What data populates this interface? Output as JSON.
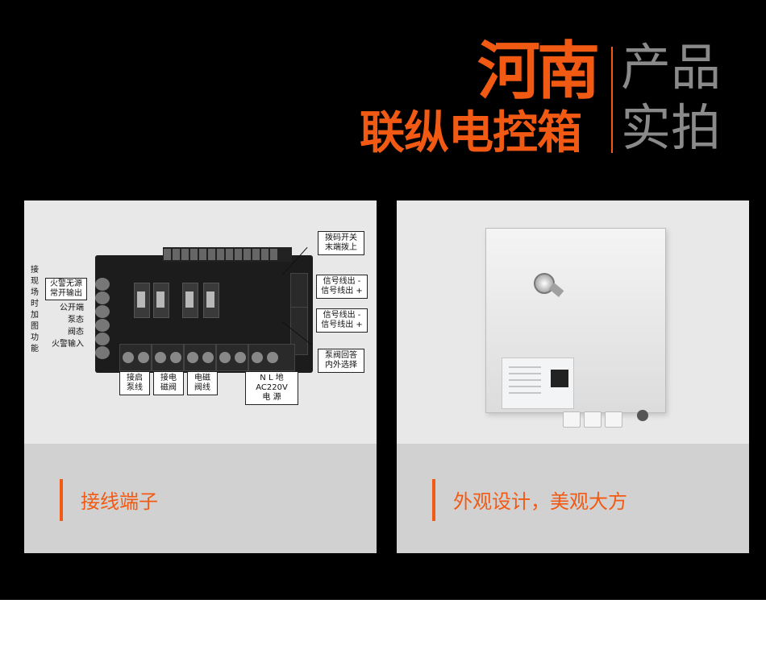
{
  "header": {
    "title_line1": "河南",
    "title_line2": "联纵电控箱",
    "gray_line1": "产品",
    "gray_line2": "实拍"
  },
  "colors": {
    "accent": "#f25a14",
    "gray": "#8a8a8a",
    "background": "#000000",
    "card": "#e3e3e3",
    "caption_bg": "#d1d1d1"
  },
  "cards": {
    "left": {
      "caption": "接线端子",
      "board_labels": {
        "vertical": "接现场时加图功能",
        "l1a": "火警无源",
        "l1b": "常开输出",
        "l2": "公开端",
        "l3": "泵态",
        "l4": "阀态",
        "l5": "火警输入",
        "r1a": "拨码开关",
        "r1b": "末端拨上",
        "r2a": "信号线出 -",
        "r2b": "信号线出 +",
        "r3a": "信号线出 -",
        "r3b": "信号线出 +",
        "r4a": "泵阀回答",
        "r4b": "内外选择",
        "b1a": "接启",
        "b1b": "泵线",
        "b2a": "接电",
        "b2b": "磁阀",
        "b3a": "电磁",
        "b3b": "阀线",
        "b4a": "N   L   地",
        "b4b": "AC220V",
        "b4c": "电   源"
      }
    },
    "right": {
      "caption": "外观设计，美观大方"
    }
  }
}
